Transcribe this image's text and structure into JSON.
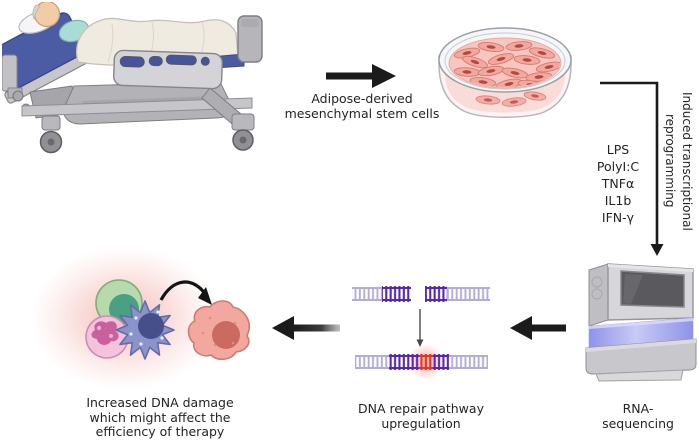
{
  "diagram": {
    "msc_label": {
      "line1": "Adipose-derived",
      "line2": "mesenchymal stem cells"
    },
    "reprogramming_label": {
      "line1": "Induced transcriptional",
      "line2": "reprogramming"
    },
    "stimuli": [
      "LPS",
      "PolyI:C",
      "TNFα",
      "IL1b",
      "IFN-γ"
    ],
    "rna_label": {
      "line1": "RNA-",
      "line2": "sequencing"
    },
    "repair_label": {
      "line1": "DNA repair pathway",
      "line2": "upregulation"
    },
    "damage_label": {
      "line1": "Increased DNA damage",
      "line2": "which might affect the",
      "line3": "efficiency of therapy"
    },
    "colors": {
      "arrow_black": "#1b1b1b",
      "mattress_blue": "#4c5ca4",
      "dish_media_pink": "#f6c6c0",
      "cell_salmon": "#f2a89f",
      "dna_light_purple": "#b3abd8",
      "dna_dark_purple": "#5627b2",
      "dna_red": "#e63326",
      "sequencer_band_blue": "#8f93e8",
      "glow_red": "#e87a6c",
      "immune_green": "#b7d9ab",
      "immune_pink": "#f3c3dc",
      "immune_purple": "#8b94ca"
    }
  }
}
